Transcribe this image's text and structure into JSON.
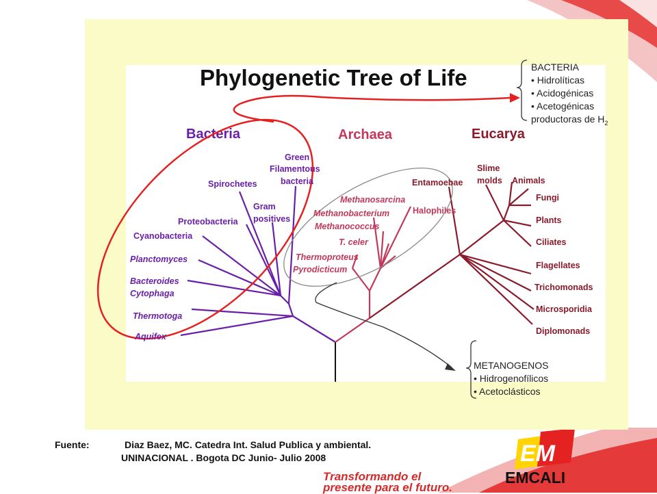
{
  "title": "Phylogenetic Tree of Life",
  "domains": {
    "bacteria": "Bacteria",
    "archaea": "Archaea",
    "eucarya": "Eucarya"
  },
  "bacteria_taxa": {
    "green1": "Green",
    "green2": "Filamentous",
    "green3": "bacteria",
    "spirochetes": "Spirochetes",
    "gram1": "Gram",
    "gram2": "positives",
    "proteobacteria": "Proteobacteria",
    "cyanobacteria": "Cyanobacteria",
    "planctomyces": "Planctomyces",
    "bacteroides1": "Bacteroides",
    "bacteroides2": "Cytophaga",
    "thermotoga": "Thermotoga",
    "aquifex": "Aquifex"
  },
  "archaea_taxa": {
    "methanosarcina": "Methanosarcina",
    "methanobacterium": "Methanobacterium",
    "methanococcus": "Methanococcus",
    "tceler": "T. celer",
    "thermoproteus": "Thermoproteus",
    "pyrodicticum": "Pyrodicticum",
    "halophiles": "Halophiles"
  },
  "eucarya_taxa": {
    "entamoebae": "Entamoebae",
    "slime1": "Slime",
    "slime2": "molds",
    "animals": "Animals",
    "fungi": "Fungi",
    "plants": "Plants",
    "ciliates": "Ciliates",
    "flagellates": "Flagellates",
    "trichomonads": "Trichomonads",
    "microsporidia": "Microsporidia",
    "diplomonads": "Diplomonads"
  },
  "bacteria_note": {
    "heading": "BACTERIA",
    "item1": "• Hidrolíticas",
    "item2": "• Acidogénicas",
    "item3": "• Acetogénicas",
    "item4": "productoras de H",
    "item4_sub": "2"
  },
  "metanogenos_note": {
    "heading": "METANOGENOS",
    "item1": "• Hidrogenofílicos",
    "item2": "• Acetoclásticos"
  },
  "source": {
    "label": "Fuente:",
    "line1": "Diaz Baez, MC. Catedra Int. Salud Publica y ambiental.",
    "line2": "UNINACIONAL . Bogota DC Junio- Julio 2008"
  },
  "slogan": {
    "line1": "Transformando el",
    "line2": "presente para el futuro."
  },
  "brand": "EMCALI",
  "colors": {
    "bacteria": "#6a1fa8",
    "archaea": "#c2385a",
    "eucarya": "#8a1a2a",
    "highlight": "#e62020",
    "panel": "#fbfbc8"
  }
}
